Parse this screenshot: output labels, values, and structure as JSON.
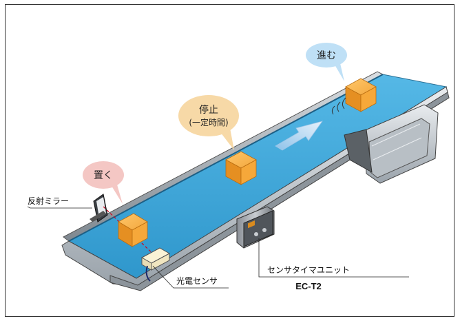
{
  "bubbles": {
    "place": "置く",
    "stop_main": "停止",
    "stop_sub": "(一定時間)",
    "go": "進む"
  },
  "labels": {
    "mirror": "反射ミラー",
    "sensor": "光電センサ",
    "timer_unit": "センサタイマユニット",
    "model": "EC-T2"
  },
  "colors": {
    "belt": "#3aa6d8",
    "box": "#f5a23a",
    "bubble_place": "#f4c7c4",
    "bubble_stop": "#f7d9a7",
    "bubble_go": "#bfe0f6",
    "arrow": "#cfe3f5"
  }
}
